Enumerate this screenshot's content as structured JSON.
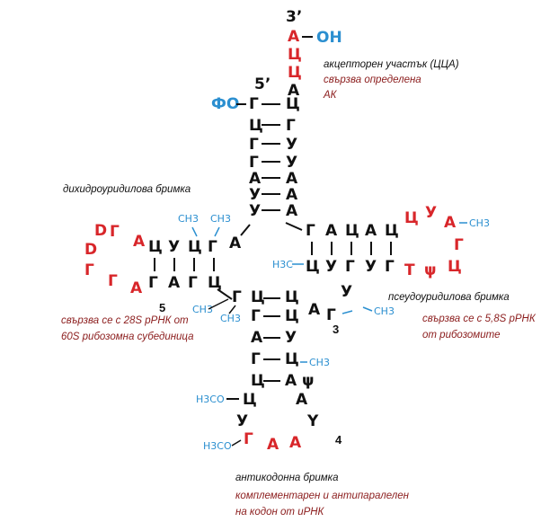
{
  "labels": {
    "end3": "3’",
    "end5": "5’",
    "OH": "ОН",
    "FO": "ФО",
    "acceptor_title": "акцепторен участък (ЦЦА)",
    "acceptor_func1": "свързва определена",
    "acceptor_func2": "АК",
    "dhu_title": "дихидроуридилова бримка",
    "dhu_func1": "свързва се с 28S рРНК от",
    "dhu_func2": "60S рибозомна субединица",
    "pseudo_title": "псеудоуридилова бримка",
    "pseudo_func1": "свързва се с 5,8S рРНК",
    "pseudo_func2": "от рибозомите",
    "anti_title": "антикодонна бримка",
    "anti_func1": "комплементарен и антипаралелен",
    "anti_func2": "на кодон от иРНК",
    "num5": "5",
    "num3": "3",
    "num4": "4"
  },
  "bases": {
    "acc_tail": [
      "А",
      "Ц",
      "Ц",
      "А"
    ],
    "acc_5": [
      "Г",
      "Ц",
      "Г",
      "Г",
      "А",
      "У",
      "У"
    ],
    "acc_3": [
      "Ц",
      "Г",
      "У",
      "У",
      "А",
      "А"
    ],
    "dhu_top": [
      "Ц",
      "У",
      "Ц",
      "Г"
    ],
    "dhu_bottom": [
      "Г",
      "А",
      "Г",
      "Ц"
    ],
    "dhu_A": "А",
    "dhu_loop": [
      "А",
      "Г",
      "D",
      "D",
      "Г",
      "Г",
      "А"
    ],
    "t_top": [
      "Г",
      "А",
      "Ц",
      "А",
      "Ц"
    ],
    "t_bottom": [
      "Ц",
      "У",
      "Г",
      "У",
      "Г"
    ],
    "t_loop": [
      "Ц",
      "У",
      "А",
      "Г",
      "Ц",
      "ψ",
      "Т"
    ],
    "ac_5": [
      "Г",
      "Г",
      "А",
      "Г",
      "Ц"
    ],
    "ac_3": [
      "Ц",
      "Ц",
      "У",
      "Ц",
      "А"
    ],
    "ac_extra": [
      "А",
      "Г",
      "У"
    ],
    "ac_loop": [
      "У",
      "Г",
      "А",
      "А",
      "Y",
      "А"
    ],
    "ac_psi": "ψ",
    "ac_left": "Ц"
  },
  "mods": {
    "ch3": "CH3",
    "h3c": "H3C",
    "h3co": "H3CO"
  }
}
